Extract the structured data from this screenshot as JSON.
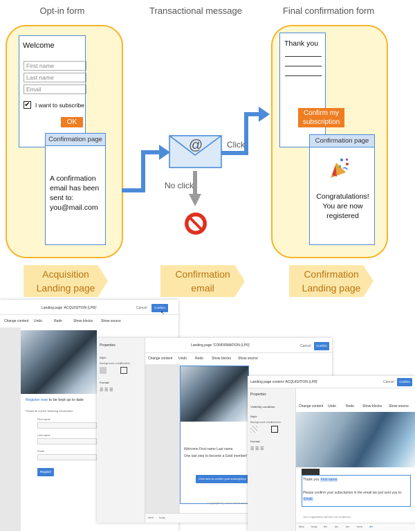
{
  "titles": [
    "Opt-in form",
    "Transactional message",
    "Final confirmation form"
  ],
  "optin": {
    "welcome": "Welcome",
    "first_name_ph": "First name",
    "last_name_ph": "Last name",
    "email_ph": "Email",
    "subscribe_label": "I want to subscribe",
    "check_mark": "✔",
    "ok": "OK"
  },
  "confirmation_page": {
    "header": "Confirmation page",
    "message": "A confirmation email has been sent to: you@mail.com"
  },
  "email_node": {
    "at_symbol": "@",
    "click": "Click",
    "no_click": "No click"
  },
  "final": {
    "thank_you": "Thank you",
    "confirm_button": "Confirm my subscription",
    "confirmation_header": "Confirmation page",
    "congrats": "Congratulations! You are now registered"
  },
  "chevrons": [
    {
      "line1": "Acquisition",
      "line2": "Landing page"
    },
    {
      "line1": "Confirmation",
      "line2": "email"
    },
    {
      "line1": "Confirmation",
      "line2": "Landing page"
    }
  ],
  "shot1": {
    "title": "Landing page 'ACQUISITION (LP8)'",
    "cancel": "Cancel",
    "confirm": "Confirm",
    "toolbar": [
      "Change content",
      "Undo",
      "Redo",
      "Show blocks",
      "Show source"
    ],
    "register_link": "Register now",
    "register_rest": " to be kept up to date",
    "fill_info": "Please fill out the following information:",
    "first_name": "First name",
    "last_name": "Last name",
    "email": "Email",
    "register_button": "Register"
  },
  "shot2": {
    "properties": "Properties",
    "style": "Style",
    "bg_color": "Background color",
    "borders": "Borders",
    "format": "Format",
    "title": "Landing page 'CONFIRMATION (LP6)'",
    "cancel": "Cancel",
    "confirm": "Confirm",
    "toolbar": [
      "Change content",
      "Undo",
      "Redo",
      "Show blocks",
      "Show source"
    ],
    "welcome_line": "Welcome First name Last name.",
    "gold_line": "One last step to become a Gold member!",
    "confirm_button": "Click here to confirm your subscription!",
    "copyright": "Copyright © | Link to the brand website",
    "crumbs": [
      "html",
      "body"
    ]
  },
  "shot3": {
    "title": "Landing page content 'ACQUISITION (LP8)'",
    "cancel": "Cancel",
    "confirm": "Confirm",
    "properties": "Properties",
    "visibility": "Visibility condition",
    "style": "Style",
    "bg_color": "Background color",
    "borders": "Borders",
    "format": "Format",
    "toolbar": [
      "Change content",
      "Undo",
      "Redo",
      "Show blocks",
      "Show source"
    ],
    "thank_you": "Thank you",
    "first_name_tag": "First name",
    "please_confirm": "Please confirm your subscription in the email we just sent you to:",
    "email_tag": "Email",
    "registration_note": "Your registration will then be confirmed.",
    "crumbs": [
      "html",
      "body",
      "div",
      "div",
      "div",
      "form",
      "div"
    ]
  },
  "colors": {
    "panel_fill": "#fff7cf",
    "panel_border": "#f5b52d",
    "card_border": "#4c8bd8",
    "arrow_blue": "#4c8bd8",
    "orange": "#ef7d22",
    "chevron_fill": "#fde7a8",
    "chevron_text": "#b87412",
    "button_blue": "#3d7fd6"
  },
  "icons": [
    "checkbox-checked-icon",
    "envelope-icon",
    "no-entry-icon",
    "party-popper-icon",
    "undo-icon",
    "redo-icon",
    "show-blocks-icon",
    "show-source-icon",
    "cursor-icon"
  ]
}
